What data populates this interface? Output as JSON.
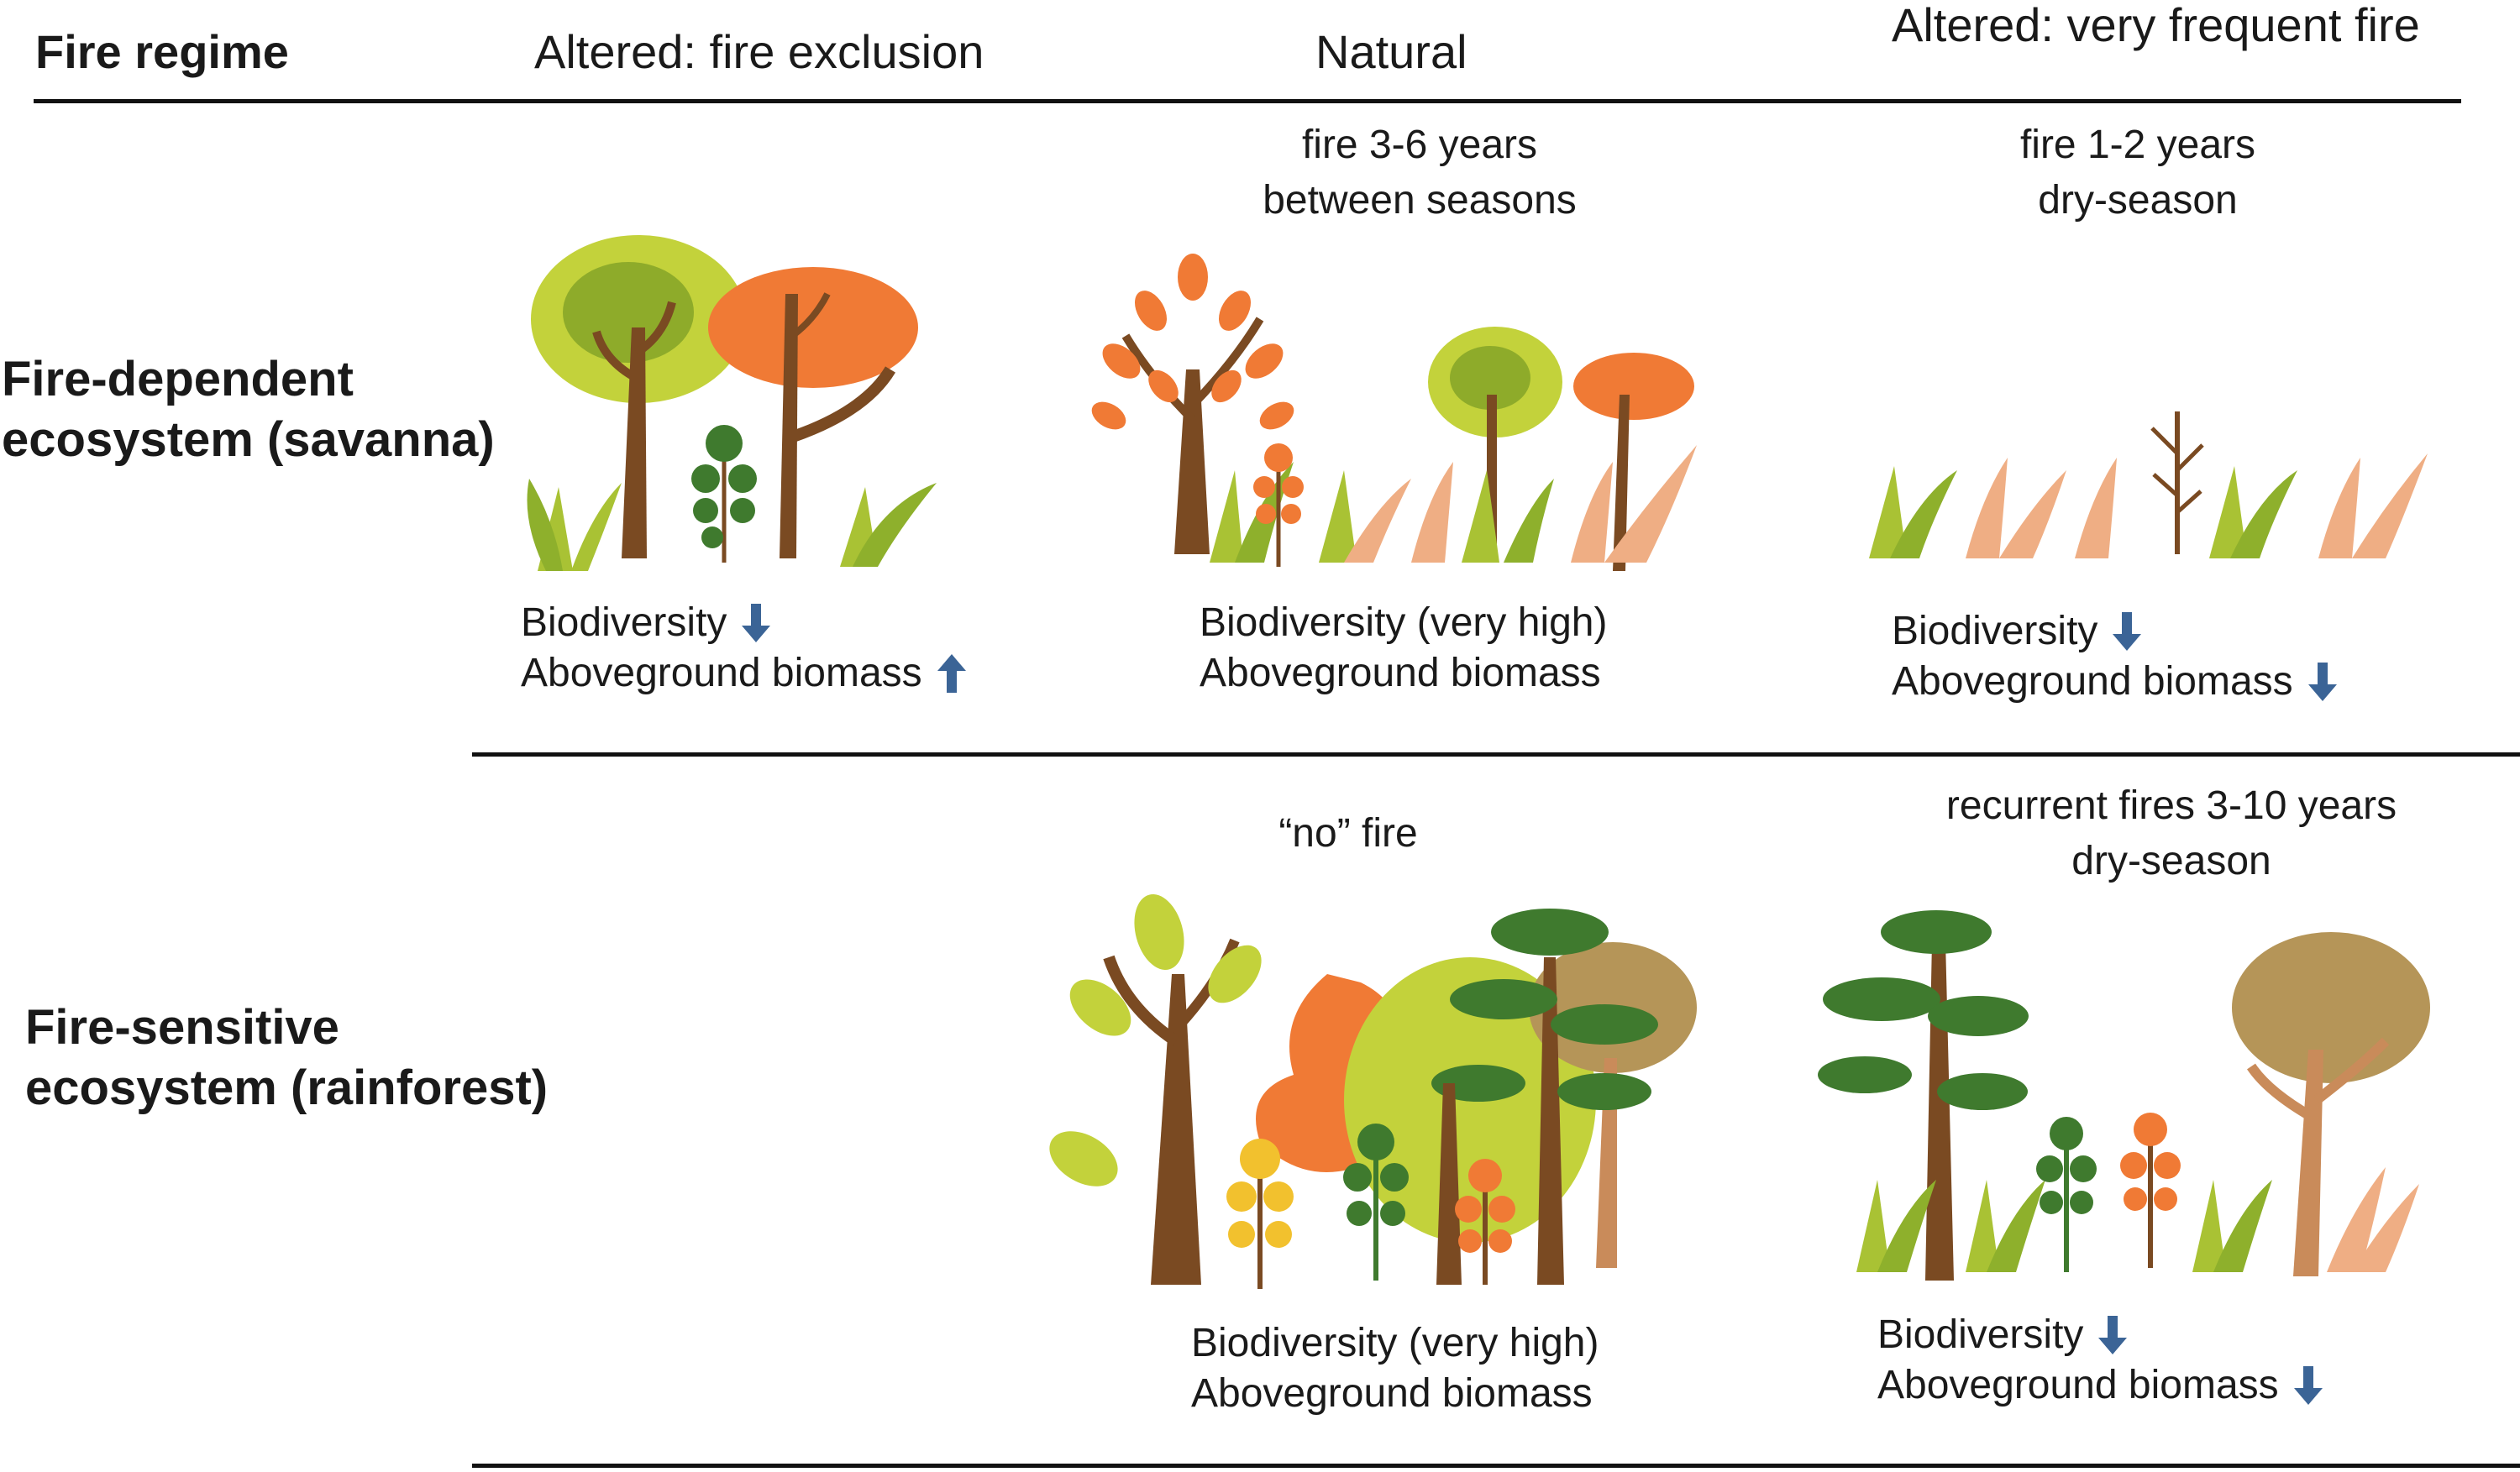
{
  "header": {
    "fire_regime": "Fire regime",
    "col_exclusion": "Altered: fire exclusion",
    "col_natural": "Natural",
    "col_frequent": "Altered: very frequent fire"
  },
  "rows": {
    "savanna": {
      "label": "Fire-dependent\necosystem (savanna)",
      "natural_condition": "fire 3-6 years\nbetween  seasons",
      "frequent_condition": "fire 1-2 years\ndry-season",
      "exclusion": {
        "biodiversity": "Biodiversity",
        "biomass": "Aboveground biomass",
        "biodiversity_trend": "down",
        "biomass_trend": "up"
      },
      "natural": {
        "biodiversity": "Biodiversity (very high)",
        "biomass": "Aboveground biomass"
      },
      "frequent": {
        "biodiversity": "Biodiversity",
        "biomass": "Aboveground biomass",
        "biodiversity_trend": "down",
        "biomass_trend": "down"
      }
    },
    "rainforest": {
      "label": "Fire-sensitive\necosystem (rainforest)",
      "natural_condition": "“no” fire",
      "frequent_condition": "recurrent fires 3-10 years\ndry-season",
      "natural": {
        "biodiversity": "Biodiversity (very high)",
        "biomass": "Aboveground biomass"
      },
      "frequent": {
        "biodiversity": "Biodiversity",
        "biomass": "Aboveground biomass",
        "biodiversity_trend": "down",
        "biomass_trend": "down"
      }
    }
  },
  "colors": {
    "arrow_blue": "#3b6496",
    "trunk_brown": "#7a4a22",
    "lime_green": "#a9c234",
    "dark_green": "#3f7a2e",
    "orange": "#f07a35",
    "peach_grass": "#efae84",
    "tan_canopy": "#b59558"
  }
}
